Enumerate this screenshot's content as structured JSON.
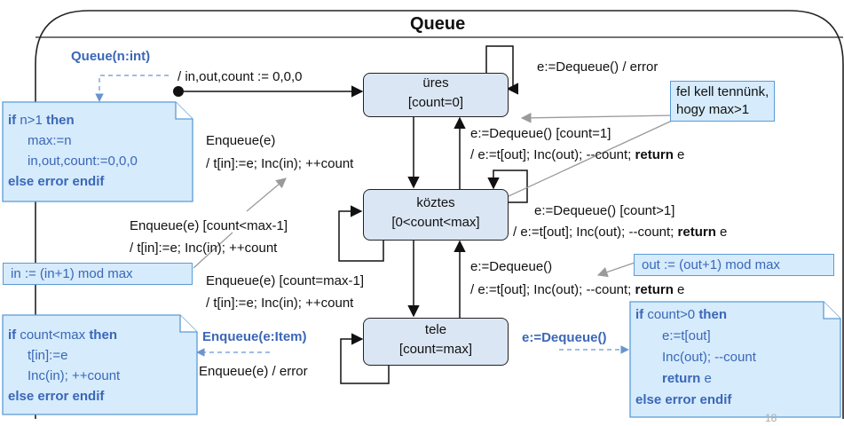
{
  "title": "Queue",
  "states": {
    "ures": {
      "name": "üres",
      "inv": "[count=0]"
    },
    "koztes": {
      "name": "köztes",
      "inv": "[0<count<max]"
    },
    "tele": {
      "name": "tele",
      "inv": "[count=max]"
    }
  },
  "labels": {
    "ctor": "Queue(n:int)",
    "init": "/ in,out,count := 0,0,0",
    "deq_error": "e:=Dequeue() / error",
    "enq1_a": "Enqueue(e)",
    "enq1_b": "/ t[in]:=e; Inc(in); ++count",
    "deq_c1_a": "e:=Dequeue() [count=1]",
    "deq_c1_b": "/ e:=t[out]; Inc(out); --count;",
    "deq_gt1_a": "e:=Dequeue() [count>1]",
    "deq_gt1_b": "/ e:=t[out]; Inc(out); --count;",
    "enq_lt_a": "Enqueue(e) [count<max-1]",
    "enq_lt_b": "/ t[in]:=e; Inc(in); ++count",
    "enq_eq_a": "Enqueue(e) [count=max-1]",
    "enq_eq_b": "/ t[in]:=e; Inc(in); ++count",
    "deq_full_a": "e:=Dequeue()",
    "deq_full_b": "/ e:=t[out]; Inc(out); --count;",
    "enq_error": "Enqueue(e) / error",
    "enq_sig": "Enqueue(e:Item)",
    "deq_sig": "e:=Dequeue()",
    "return_kw": "return",
    "return_var": "e",
    "page_num": "18"
  },
  "notes": {
    "ctor": {
      "if_kw": "if",
      "cond": "n>1",
      "then_kw": "then",
      "l1": "max:=n",
      "l2": "in,out,count:=0,0,0",
      "else_line": "else error endif"
    },
    "max_note": {
      "l1": "fel kell tennünk,",
      "l2": "hogy max>1"
    },
    "in_mod": "in := (in+1) mod max",
    "out_mod": "out := (out+1) mod max",
    "enq": {
      "if_kw": "if",
      "cond": "count<max",
      "then_kw": "then",
      "l1": "t[in]:=e",
      "l2": "Inc(in); ++count",
      "else_line": "else error endif"
    },
    "deq": {
      "if_kw": "if",
      "cond": "count>0",
      "then_kw": "then",
      "l1": "e:=t[out]",
      "l2": "Inc(out); --count",
      "ret_kw": "return",
      "ret_var": "e",
      "else_line": "else error endif"
    }
  },
  "colors": {
    "accent": "#3a67b8",
    "state_fill": "#dbe6f4",
    "note_fill": "#d6ebfb",
    "note_border": "#5b9bd5"
  }
}
